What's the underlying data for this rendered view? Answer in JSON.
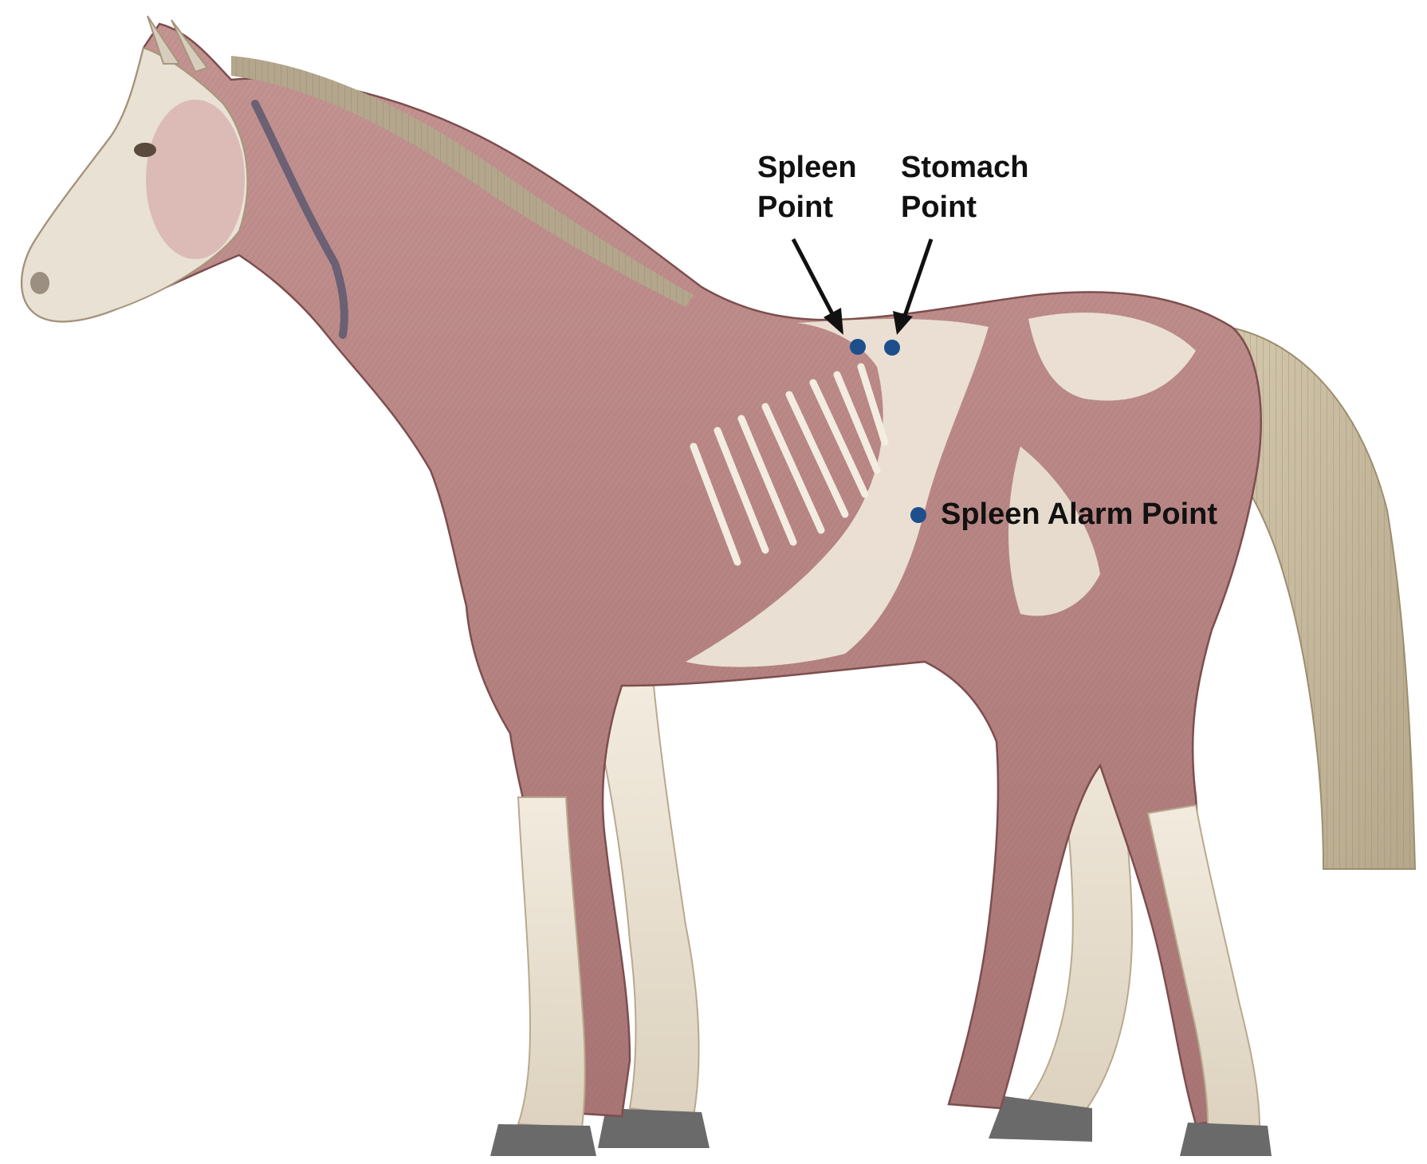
{
  "labels": {
    "spleen_point": [
      "Spleen",
      "Point"
    ],
    "stomach_point": [
      "Stomach",
      "Point"
    ],
    "spleen_alarm_point": "Spleen Alarm Point"
  },
  "colors": {
    "background": "#ffffff",
    "muscle": "#b98483",
    "muscle_light": "#d9b3b0",
    "muscle_dark": "#8f5e5e",
    "tendon": "#efe6d6",
    "mane": "#a69a84",
    "tail": "#c2b497",
    "hoof": "#6a6a6a",
    "point_dot": "#1c4f8c",
    "text": "#111111"
  }
}
